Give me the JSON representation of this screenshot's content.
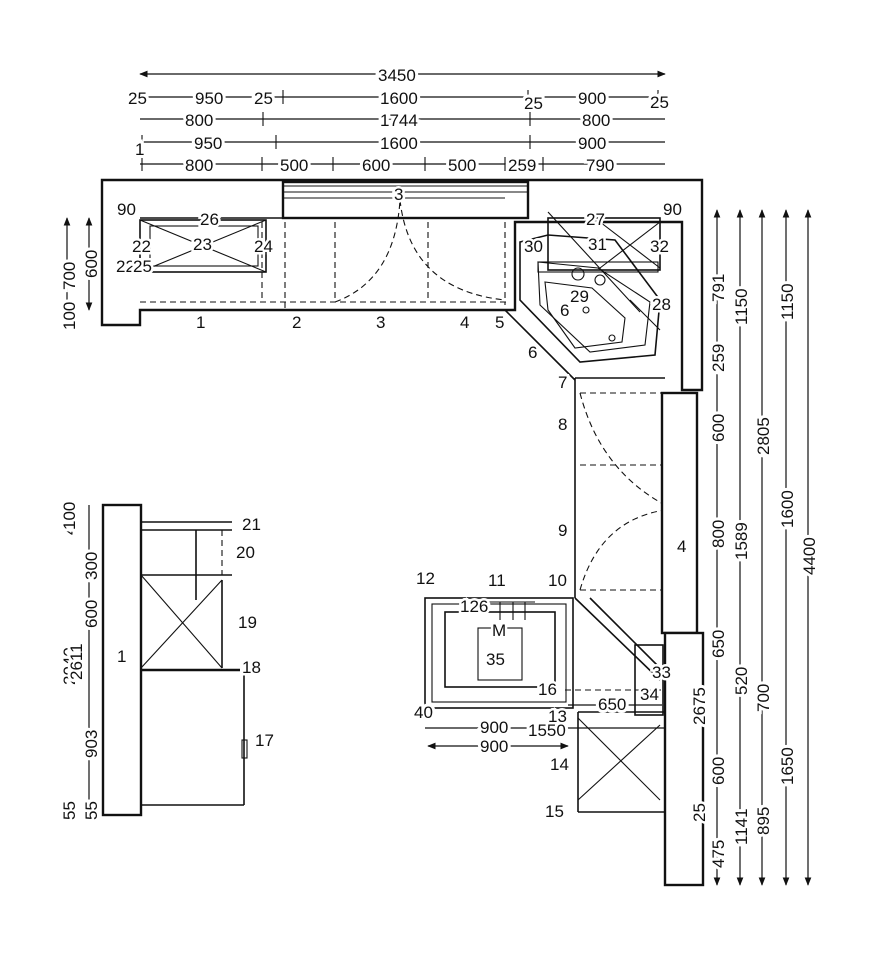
{
  "top_dims": {
    "total": "3450",
    "row1": [
      "25",
      "950",
      "25",
      "1600",
      "25",
      "900",
      "25"
    ],
    "row2": [
      "800",
      "1744",
      "800"
    ],
    "row3": [
      "1",
      "950",
      "1600",
      "900"
    ],
    "row4": [
      "800",
      "500",
      "600",
      "500",
      "259",
      "790"
    ]
  },
  "left_dims": {
    "d700": "700",
    "d600": "600",
    "d100": "100"
  },
  "right_dims": {
    "a": [
      "791",
      "259",
      "600",
      "800",
      "650",
      "2675",
      "600",
      "475"
    ],
    "b": [
      "1150",
      "1589",
      "520",
      "1141"
    ],
    "c": [
      "2805",
      "700",
      "895"
    ],
    "d": [
      "1150",
      "1600",
      "1650"
    ],
    "e": "4400"
  },
  "elev_dims": [
    "400",
    "100",
    "300",
    "600",
    "2040",
    "2611",
    "903",
    "55",
    "55"
  ],
  "bottom_dims": {
    "d900a": "900",
    "d1550": "1550",
    "d900b": "900",
    "d650": "650",
    "d40": "40"
  },
  "numbers": {
    "top_90_left": "90",
    "top_90_right": "90",
    "n1": "1",
    "n2": "2",
    "n3": "3",
    "n3top": "3",
    "n4": "4",
    "n5": "5",
    "n6": "6",
    "n6b": "6",
    "n7": "7",
    "n8": "8",
    "n9": "9",
    "n10": "10",
    "n11": "11",
    "n12": "12",
    "n13": "13",
    "n14": "14",
    "n15": "15",
    "n16": "16",
    "n17": "17",
    "n18": "18",
    "n19": "19",
    "n20": "20",
    "n21": "21",
    "n22": "22",
    "n23": "23",
    "n24": "24",
    "n25": "25",
    "n225": "225",
    "n26": "26",
    "n27": "27",
    "n28": "28",
    "n29": "29",
    "n30": "30",
    "n31": "31",
    "n32": "32",
    "n33": "33",
    "n34": "34",
    "n35": "35",
    "n4r": "4",
    "n25r": "25",
    "elev1": "1",
    "n126": "126",
    "nM": "M",
    "n259d": "259",
    "n600d": "600",
    "n9d": "9"
  }
}
